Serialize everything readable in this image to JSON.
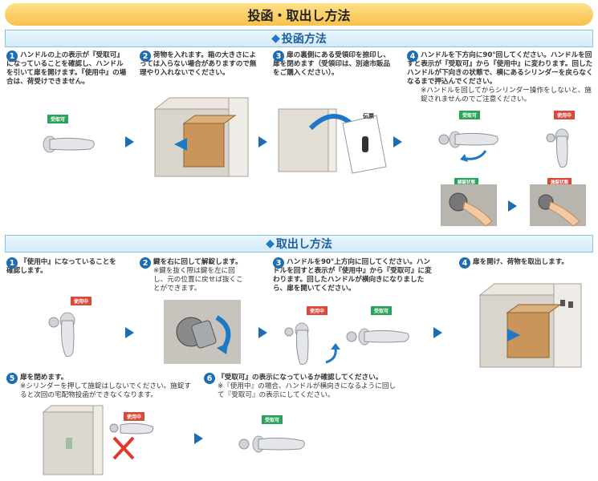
{
  "page_title": "投函・取出し方法",
  "deposit": {
    "heading": "投函方法",
    "steps": [
      {
        "num": "1",
        "text": "ハンドルの上の表示が『受取可』になっていることを確認し、ハンドルを引いて扉を開けます。『使用中』の場合は、荷受けできません。",
        "note": ""
      },
      {
        "num": "2",
        "text": "荷物を入れます。箱の大きさによっては入らない場合がありますので無理やり入れないでください。",
        "note": ""
      },
      {
        "num": "3",
        "text": "扉の裏側にある受領印を捺印し、扉を閉めます（受領印は、別途市販品をご購入ください）。",
        "note": ""
      },
      {
        "num": "4",
        "text": "ハンドルを下方向に90°回してください。ハンドルを回すと表示が『受取可』から『使用中』に変わります。回したハンドルが下向きの状態で、横にあるシリンダーを戻らなくなるまで押込んでください。",
        "note": "※ハンドルを回してからシリンダー操作をしないと、施錠されませんのでご注意ください。"
      }
    ],
    "badges": {
      "available": "受取可",
      "in_use": "使用中",
      "unlocked": "解錠状態",
      "locked": "施錠状態"
    },
    "stamp_label": "伝票"
  },
  "retrieve": {
    "heading": "取出し方法",
    "steps": [
      {
        "num": "1",
        "text": "『使用中』になっていることを確認します。",
        "note": ""
      },
      {
        "num": "2",
        "text": "鍵を右に回して解錠します。",
        "note": "※鍵を抜く際は鍵を左に回し、元の位置に戻せば抜くことができます。"
      },
      {
        "num": "3",
        "text": "ハンドルを90°上方向に回してください。ハンドルを回すと表示が『使用中』から『受取可』に変わります。回したハンドルが横向きになりましたら、扉を開いてください。",
        "note": ""
      },
      {
        "num": "4",
        "text": "扉を開け、荷物を取出します。",
        "note": ""
      },
      {
        "num": "5",
        "text": "扉を閉めます。",
        "note": "※シリンダーを押して施錠はしないでください。施錠すると次回の宅配物投函ができなくなります。"
      },
      {
        "num": "6",
        "text": "『受取可』の表示になっているか確認してください。",
        "note": "※『使用中』の場合、ハンドルが横向きになるように回して『受取可』の表示にしてください。"
      }
    ],
    "badges": {
      "available": "受取可",
      "in_use": "使用中"
    }
  },
  "colors": {
    "accent_blue": "#1e6db3",
    "title_yellow": "#f7c24b",
    "badge_green": "#2ca35a",
    "badge_red": "#d94a3a"
  }
}
